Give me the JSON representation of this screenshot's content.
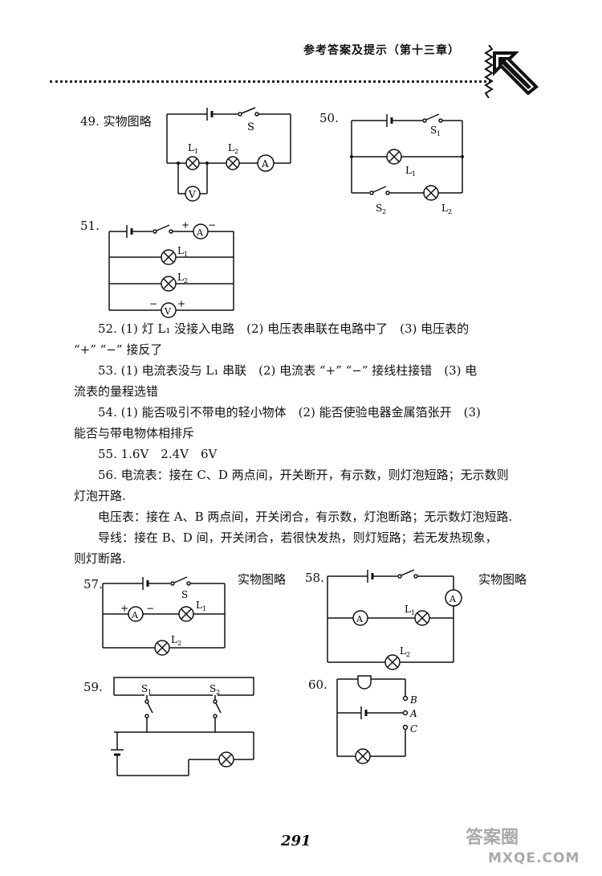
{
  "header": {
    "title": "参考答案及提示（第十三章）"
  },
  "q49": {
    "num": "49.",
    "text": "实物图略",
    "s": "S",
    "l1": "L",
    "l2": "L",
    "sub1": "1",
    "sub2": "2",
    "a": "A",
    "v": "V"
  },
  "q50": {
    "num": "50.",
    "s1": "S",
    "l1": "L",
    "s2": "S",
    "l2": "L",
    "sub1": "1",
    "sub2": "2"
  },
  "q51": {
    "num": "51.",
    "l1": "L",
    "l2": "L",
    "sub1": "1",
    "sub2": "2",
    "a": "A",
    "v": "V",
    "plus": "+",
    "minus": "−"
  },
  "answers": {
    "a52_1": "52. (1) 灯 L₁ 没接入电路　(2) 电压表串联在电路中了　(3) 电压表的",
    "a52_2": "“+” “−” 接反了",
    "a53_1": "53. (1) 电流表没与 L₁ 串联　(2) 电流表 “+” “−” 接线柱接错　(3) 电",
    "a53_2": "流表的量程选错",
    "a54_1": "54. (1) 能否吸引不带电的轻小物体　(2) 能否使验电器金属箔张开　(3)",
    "a54_2": "能否与带电物体相排斥",
    "a55": "55. 1.6V　2.4V　6V",
    "a56_1": "56. 电流表：接在 C、D 两点间，开关断开，有示数，则灯泡短路；无示数则",
    "a56_2": "灯泡开路.",
    "a56_3": "电压表：接在 A、B 两点间，开关闭合，有示数，灯泡断路；无示数灯泡短路.",
    "a56_4": "导线：接在 B、D 间，开关闭合，若很快发热，则灯短路；若无发热现象，",
    "a56_5": "则灯断路."
  },
  "q57": {
    "num": "57.",
    "text": "实物图略",
    "s": "S",
    "l1": "L",
    "l2": "L",
    "sub1": "1",
    "sub2": "2",
    "a": "A",
    "plus": "+",
    "minus": "−"
  },
  "q58": {
    "num": "58.",
    "text": "实物图略",
    "l1": "L",
    "l2": "L",
    "sub1": "1",
    "sub2": "2",
    "a": "A"
  },
  "q59": {
    "num": "59.",
    "s1": "S",
    "s2": "S",
    "sub1": "1",
    "sub2": "2"
  },
  "q60": {
    "num": "60.",
    "b": "B",
    "a": "A",
    "c": "C"
  },
  "footer": {
    "page_number": "291",
    "watermark1": "答案圈",
    "watermark2": "MXQE.COM"
  }
}
